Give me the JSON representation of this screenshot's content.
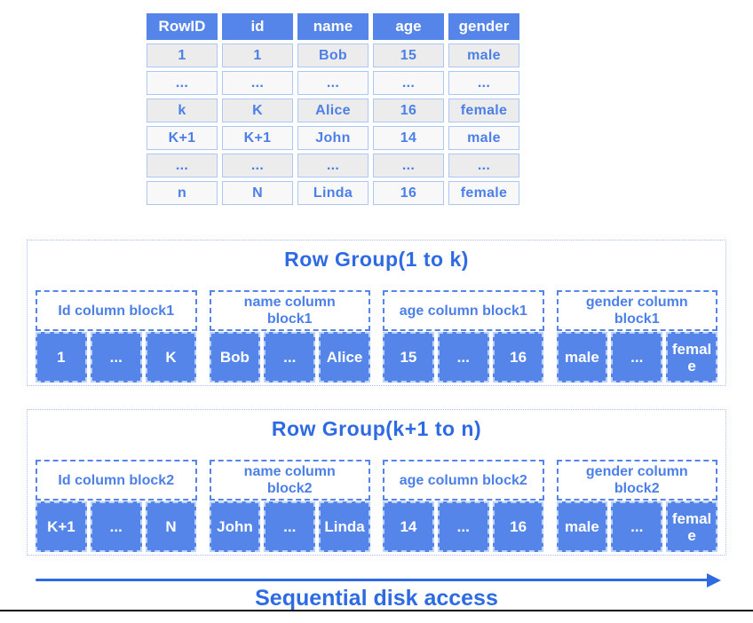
{
  "table": {
    "headers": [
      "RowID",
      "id",
      "name",
      "age",
      "gender"
    ],
    "rows": [
      [
        "1",
        "1",
        "Bob",
        "15",
        "male"
      ],
      [
        "...",
        "...",
        "...",
        "...",
        "..."
      ],
      [
        "k",
        "K",
        "Alice",
        "16",
        "female"
      ],
      [
        "K+1",
        "K+1",
        "John",
        "14",
        "male"
      ],
      [
        "...",
        "...",
        "...",
        "...",
        "..."
      ],
      [
        "n",
        "N",
        "Linda",
        "16",
        "female"
      ]
    ]
  },
  "row_groups": [
    {
      "title": "Row Group(1 to k)",
      "blocks": [
        {
          "label": "Id column block1",
          "cells": [
            "1",
            "...",
            "K"
          ]
        },
        {
          "label": "name column\nblock1",
          "cells": [
            "Bob",
            "...",
            "Alice"
          ]
        },
        {
          "label": "age column block1",
          "cells": [
            "15",
            "...",
            "16"
          ]
        },
        {
          "label": "gender column\nblock1",
          "cells": [
            "male",
            "...",
            "female"
          ]
        }
      ]
    },
    {
      "title": "Row Group(k+1 to n)",
      "blocks": [
        {
          "label": "Id column block2",
          "cells": [
            "K+1",
            "...",
            "N"
          ]
        },
        {
          "label": "name column\nblock2",
          "cells": [
            "John",
            "...",
            "Linda"
          ]
        },
        {
          "label": "age column block2",
          "cells": [
            "14",
            "...",
            "16"
          ]
        },
        {
          "label": "gender column\nblock2",
          "cells": [
            "male",
            "...",
            "female"
          ]
        }
      ]
    }
  ],
  "arrow_label": "Sequential disk access",
  "colors": {
    "primary_blue": "#5585E8",
    "strong_blue": "#2E6BE3",
    "text_blue": "#4C80E8",
    "light_border": "#ACC7F3",
    "dashed_light": "#BFD3F8",
    "row_fill_odd": "#ECECEC",
    "row_fill_even": "#F8F8F8"
  }
}
